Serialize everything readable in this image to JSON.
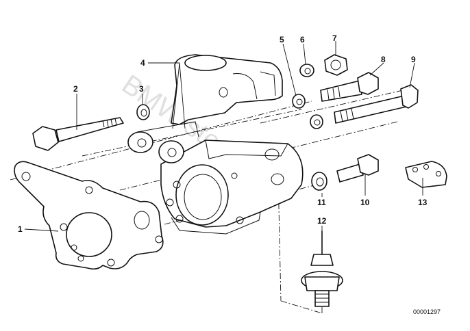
{
  "diagram": {
    "callouts": [
      "1",
      "2",
      "3",
      "4",
      "5",
      "6",
      "7",
      "8",
      "9",
      "10",
      "11",
      "12",
      "13"
    ],
    "drawing_code": "00001297",
    "watermark": "BMW-store.pl"
  }
}
